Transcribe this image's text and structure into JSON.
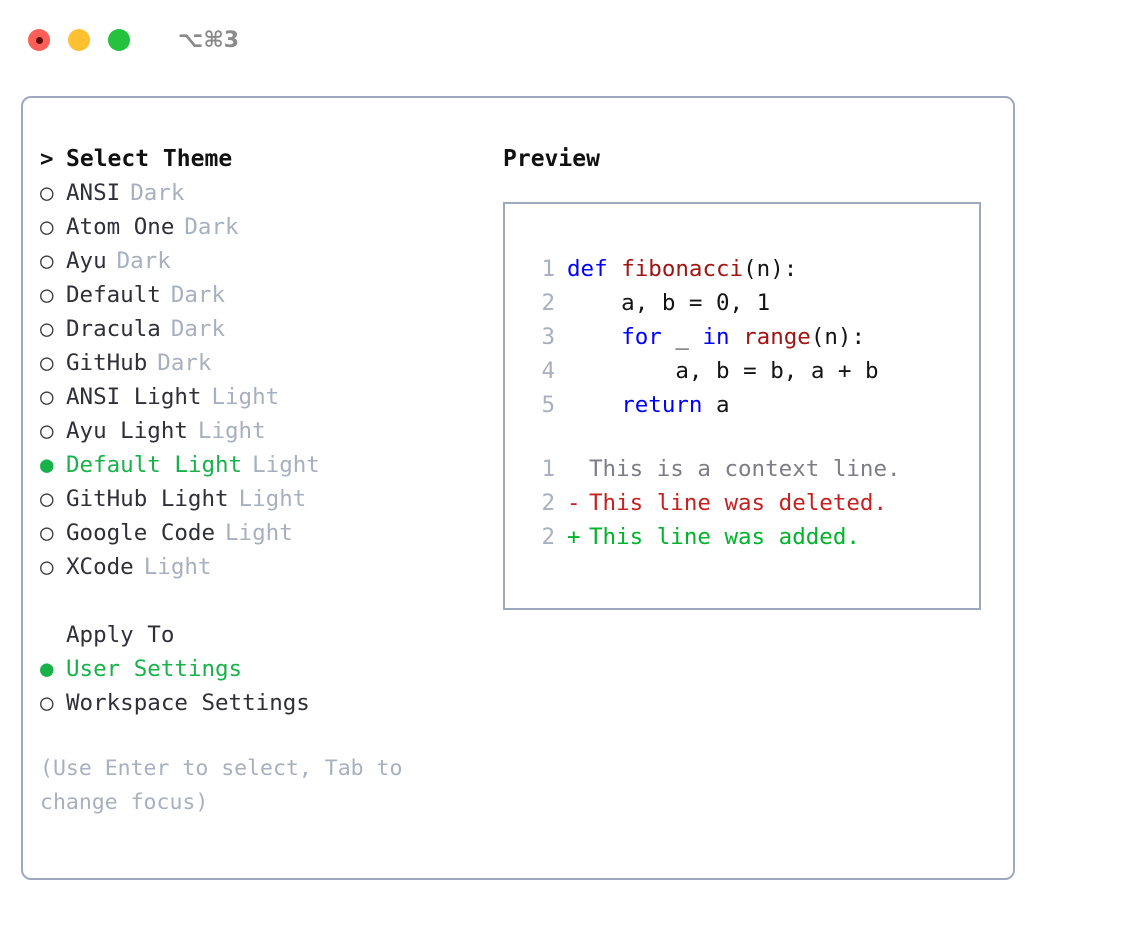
{
  "window": {
    "shortcut": "⌥⌘3",
    "traffic_lights": [
      "close",
      "minimize",
      "maximize"
    ],
    "accent_green": "#17b34a",
    "border_color": "#9fa8bc",
    "background": "#ffffff"
  },
  "theme_panel": {
    "header": {
      "marker": ">",
      "title": "Select Theme"
    },
    "items": [
      {
        "marker": "○",
        "name": "ANSI",
        "category": "Dark",
        "selected": false
      },
      {
        "marker": "○",
        "name": "Atom One",
        "category": "Dark",
        "selected": false
      },
      {
        "marker": "○",
        "name": "Ayu",
        "category": "Dark",
        "selected": false
      },
      {
        "marker": "○",
        "name": "Default",
        "category": "Dark",
        "selected": false
      },
      {
        "marker": "○",
        "name": "Dracula",
        "category": "Dark",
        "selected": false
      },
      {
        "marker": "○",
        "name": "GitHub",
        "category": "Dark",
        "selected": false
      },
      {
        "marker": "○",
        "name": "ANSI Light",
        "category": "Light",
        "selected": false
      },
      {
        "marker": "○",
        "name": "Ayu Light",
        "category": "Light",
        "selected": false
      },
      {
        "marker": "●",
        "name": "Default Light",
        "category": "Light",
        "selected": true
      },
      {
        "marker": "○",
        "name": "GitHub Light",
        "category": "Light",
        "selected": false
      },
      {
        "marker": "○",
        "name": "Google Code",
        "category": "Light",
        "selected": false
      },
      {
        "marker": "○",
        "name": "XCode",
        "category": "Light",
        "selected": false
      }
    ]
  },
  "apply_to": {
    "label": "Apply To",
    "options": [
      {
        "marker": "●",
        "name": "User Settings",
        "selected": true
      },
      {
        "marker": "○",
        "name": "Workspace Settings",
        "selected": false
      }
    ]
  },
  "hint": "(Use Enter to select, Tab to change focus)",
  "preview": {
    "title": "Preview",
    "code_lines": [
      {
        "lineno": "1",
        "tokens": [
          {
            "text": "def ",
            "type": "kw"
          },
          {
            "text": "fibonacci",
            "type": "fn"
          },
          {
            "text": "(n):",
            "type": "pl"
          }
        ]
      },
      {
        "lineno": "2",
        "tokens": [
          {
            "text": "    a, b = 0, 1",
            "type": "pl"
          }
        ]
      },
      {
        "lineno": "3",
        "tokens": [
          {
            "text": "    ",
            "type": "pl"
          },
          {
            "text": "for",
            "type": "kw"
          },
          {
            "text": " _ ",
            "type": "pl"
          },
          {
            "text": "in",
            "type": "kw"
          },
          {
            "text": " ",
            "type": "pl"
          },
          {
            "text": "range",
            "type": "fn"
          },
          {
            "text": "(n):",
            "type": "pl"
          }
        ]
      },
      {
        "lineno": "4",
        "tokens": [
          {
            "text": "        a, b = b, a + b",
            "type": "pl"
          }
        ]
      },
      {
        "lineno": "5",
        "tokens": [
          {
            "text": "    ",
            "type": "pl"
          },
          {
            "text": "return",
            "type": "kw"
          },
          {
            "text": " a",
            "type": "pl"
          }
        ]
      }
    ],
    "diff_lines": [
      {
        "lineno": "1",
        "sign": " ",
        "text": "This is a context line.",
        "kind": "ctx"
      },
      {
        "lineno": "2",
        "sign": "-",
        "text": "This line was deleted.",
        "kind": "del"
      },
      {
        "lineno": "2",
        "sign": "+",
        "text": "This line was added.",
        "kind": "add"
      }
    ]
  }
}
